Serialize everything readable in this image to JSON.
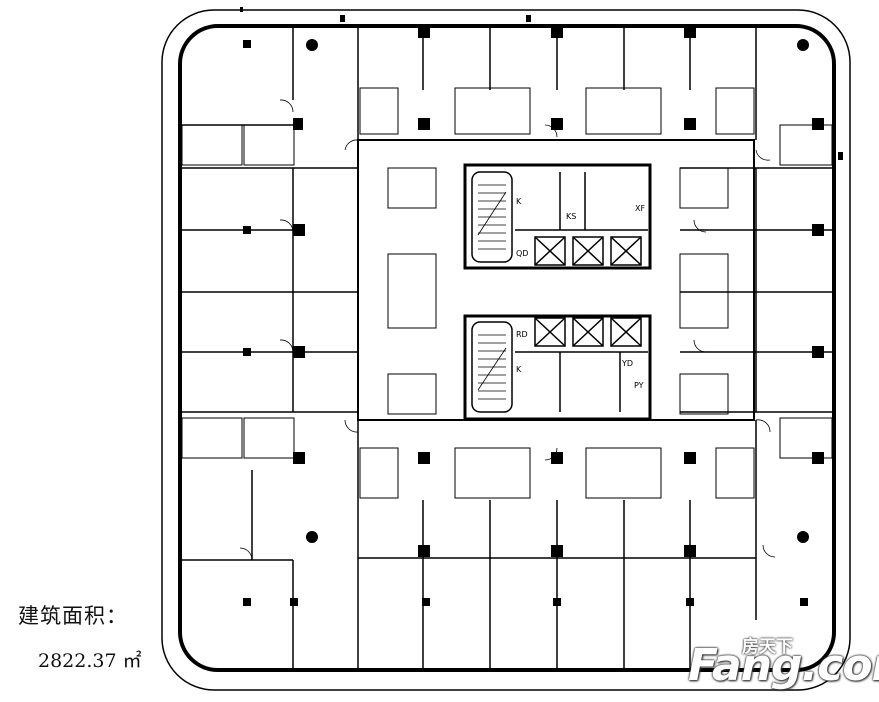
{
  "area": {
    "label": "建筑面积：",
    "value": "2822.37 ㎡"
  },
  "watermark": {
    "chinese": "房天下",
    "english": "Fang.com"
  },
  "room_tags": {
    "kitchen": "KS",
    "fire": "XF",
    "drain": "RD",
    "qd": "QD",
    "yd": "YD",
    "py": "PY",
    "k": "K"
  },
  "colors": {
    "wall": "#000000",
    "line": "#333333",
    "background": "#ffffff"
  }
}
